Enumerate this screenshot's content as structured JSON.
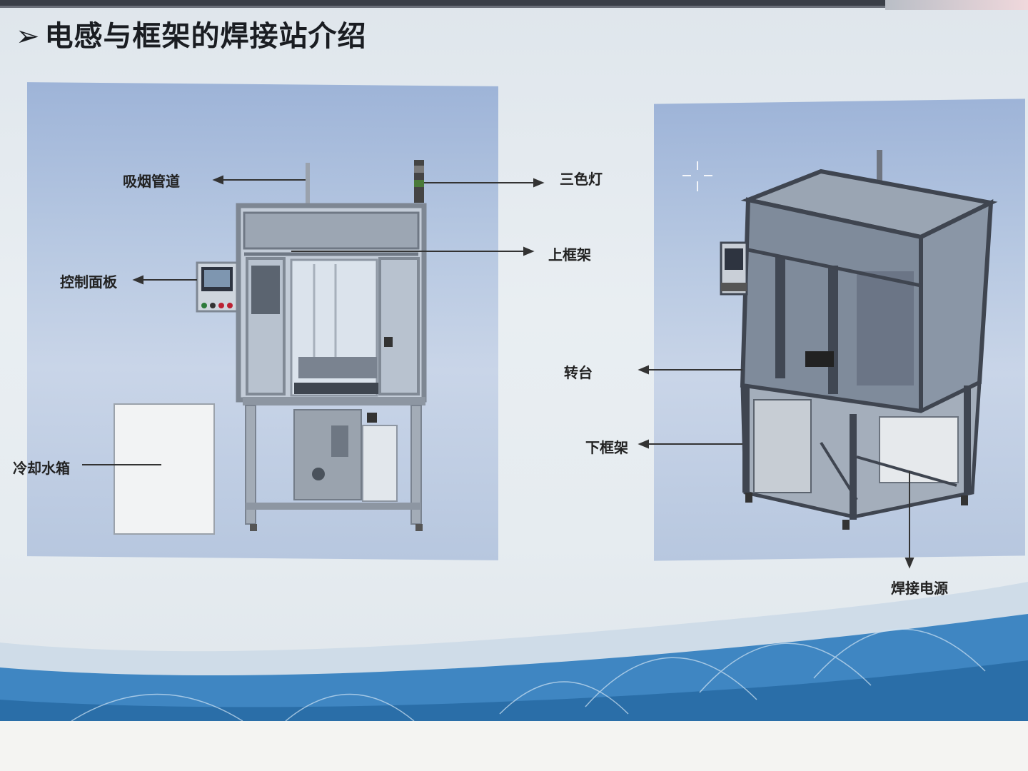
{
  "slide": {
    "title": "电感与框架的焊接站介绍",
    "bullet_glyph": "➢"
  },
  "labels": {
    "smoke_duct": "吸烟管道",
    "three_color_light": "三色灯",
    "upper_frame": "上框架",
    "control_panel": "控制面板",
    "cooling_water_tank": "冷却水箱",
    "turntable": "转台",
    "lower_frame": "下框架",
    "welding_power": "焊接电源"
  },
  "colors": {
    "panel_blue": "#a9bddc",
    "frame_gray": "#8c939c",
    "title_text": "#1a1d22",
    "band_blue": "#2f78b4"
  }
}
